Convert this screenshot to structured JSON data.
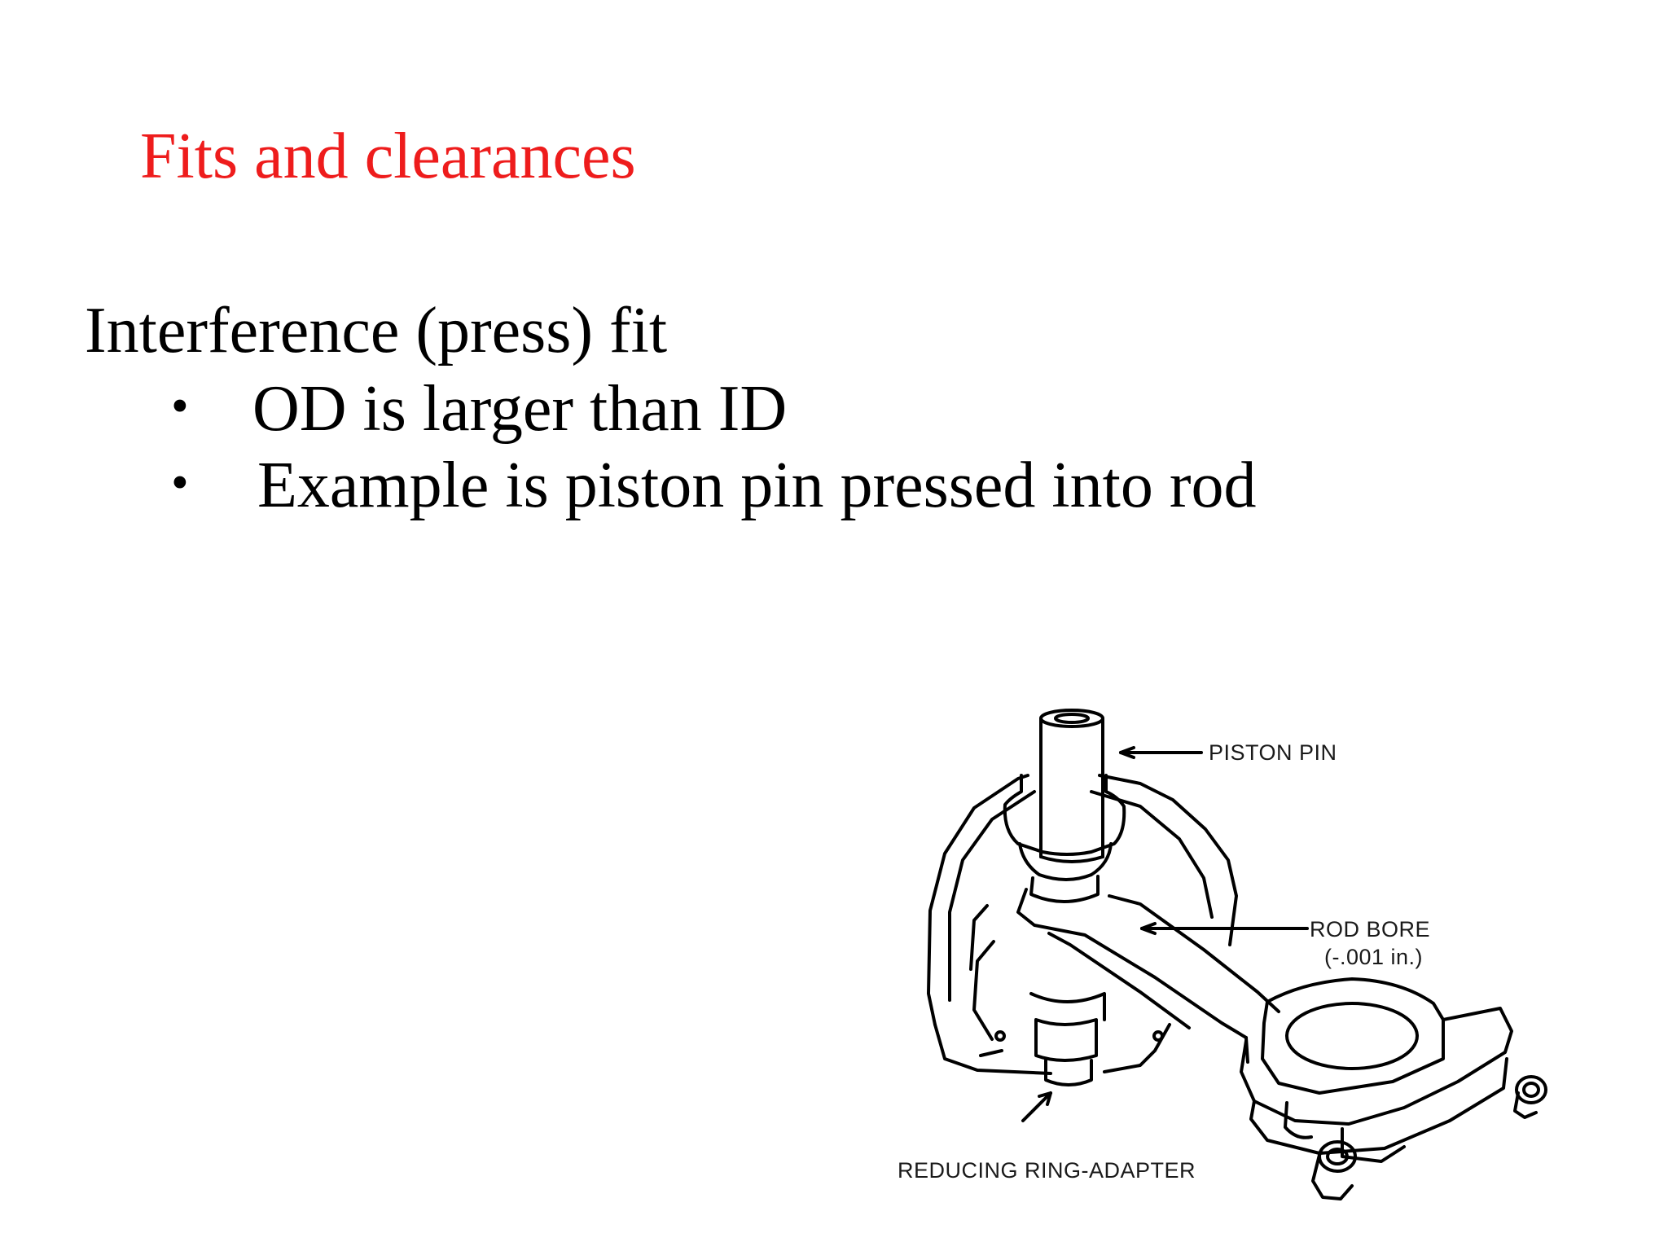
{
  "slide": {
    "title": "Fits and clearances",
    "title_color": "#ee1c1c",
    "heading": "Interference (press) fit",
    "bullets": [
      "OD is larger than ID",
      "Example is piston pin pressed into rod"
    ],
    "bullet_glyph": "•"
  },
  "figure": {
    "labels": {
      "piston_pin": "PISTON PIN",
      "rod_bore": "ROD BORE",
      "rod_bore_spec": "(-.001 in.)",
      "reducing_ring": "REDUCING RING-ADAPTER"
    }
  }
}
